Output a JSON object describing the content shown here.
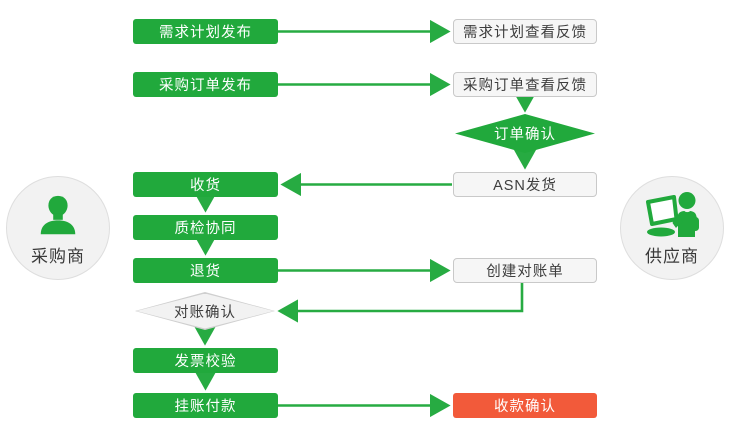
{
  "actors": {
    "buyer": {
      "label": "采购商",
      "icon": "person-icon"
    },
    "supplier": {
      "label": "供应商",
      "icon": "person-computer-icon"
    }
  },
  "nodes": {
    "demand_plan_publish": "需求计划发布",
    "demand_plan_feedback": "需求计划查看反馈",
    "purchase_order_publish": "采购订单发布",
    "purchase_order_feedback": "采购订单查看反馈",
    "order_confirm": "订单确认",
    "asn_ship": "ASN发货",
    "receive_goods": "收货",
    "quality_inspection": "质检协同",
    "return_goods": "退货",
    "create_statement": "创建对账单",
    "statement_confirm": "对账确认",
    "invoice_verify": "发票校验",
    "book_payment": "挂账付款",
    "payment_confirm": "收款确认"
  },
  "edges": [
    {
      "from": "demand_plan_publish",
      "to": "demand_plan_feedback"
    },
    {
      "from": "purchase_order_publish",
      "to": "purchase_order_feedback"
    },
    {
      "from": "purchase_order_feedback",
      "to": "order_confirm"
    },
    {
      "from": "order_confirm",
      "to": "asn_ship"
    },
    {
      "from": "asn_ship",
      "to": "receive_goods"
    },
    {
      "from": "receive_goods",
      "to": "quality_inspection"
    },
    {
      "from": "quality_inspection",
      "to": "return_goods"
    },
    {
      "from": "return_goods",
      "to": "create_statement"
    },
    {
      "from": "create_statement",
      "to": "statement_confirm"
    },
    {
      "from": "statement_confirm",
      "to": "invoice_verify"
    },
    {
      "from": "invoice_verify",
      "to": "book_payment"
    },
    {
      "from": "book_payment",
      "to": "payment_confirm"
    }
  ],
  "colors": {
    "process_green": "#21a93c",
    "connector_green": "#27ab42",
    "highlight_red": "#f25a3a",
    "neutral_fill": "#f6f6f6",
    "neutral_border": "#c9c9c9"
  }
}
